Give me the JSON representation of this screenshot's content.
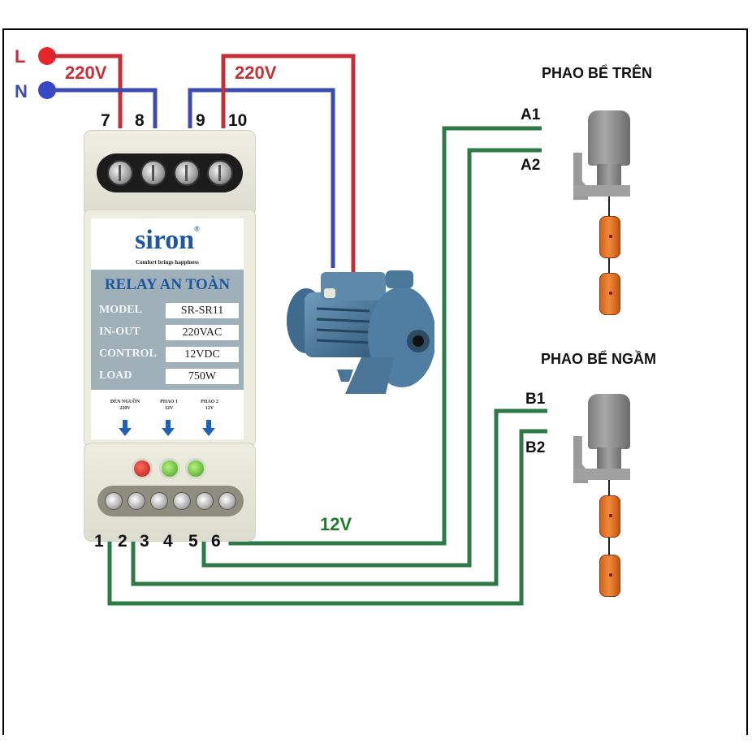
{
  "diagram": {
    "title": "Wiring diagram: siron safety relay with pump and two float switches",
    "colors": {
      "live": "#c62f35",
      "neutral": "#3b4bb0",
      "control": "#2e7a46",
      "frame": "#000000"
    },
    "supply": {
      "live_label": "L",
      "neutral_label": "N",
      "input_voltage": "220V",
      "output_voltage": "220V",
      "control_voltage": "12V"
    },
    "relay": {
      "brand": "siron",
      "registered_mark": "®",
      "tagline": "Comfort brings happiness",
      "product_name": "RELAY AN TOÀN",
      "specs": [
        {
          "key": "MODEL",
          "value": "SR-SR11"
        },
        {
          "key": "IN-OUT",
          "value": "220VAC"
        },
        {
          "key": "CONTROL",
          "value": "12VDC"
        },
        {
          "key": "LOAD",
          "value": "750W"
        }
      ],
      "indicators": [
        {
          "line1": "ĐÈN NGUỒN",
          "line2": "220V",
          "led": "red"
        },
        {
          "line1": "PHAO 1",
          "line2": "12V",
          "led": "green"
        },
        {
          "line1": "PHAO 2",
          "line2": "12V",
          "led": "green"
        }
      ],
      "top_terminals": [
        "7",
        "8",
        "9",
        "10"
      ],
      "bottom_terminals": [
        "1",
        "2",
        "3",
        "4",
        "5",
        "6"
      ]
    },
    "pump": {
      "name": "centrifugal-water-pump"
    },
    "floats": [
      {
        "title": "PHAO BỂ TRÊN",
        "wire1": "A1",
        "wire2": "A2"
      },
      {
        "title": "PHAO BỂ NGẦM",
        "wire1": "B1",
        "wire2": "B2"
      }
    ]
  }
}
